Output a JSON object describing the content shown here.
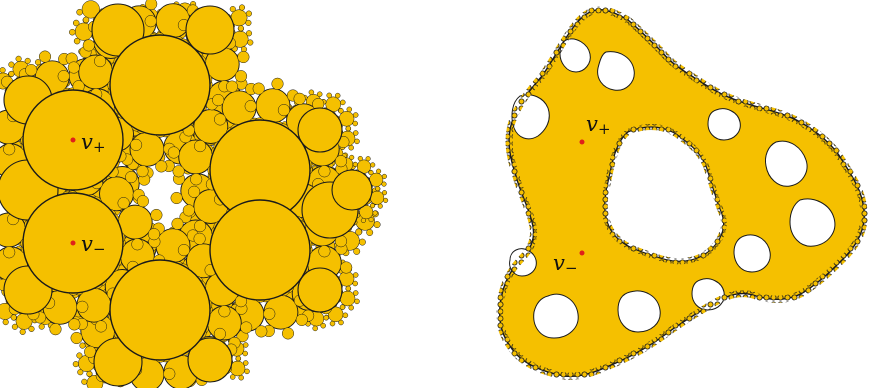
{
  "colors": {
    "fill": "#f5c000",
    "edge": "#1a1a1a",
    "point": "#e0201a",
    "background": "#ffffff"
  },
  "left_panel": {
    "labels": [
      {
        "id": "v_plus",
        "base": "v",
        "sub": "+"
      },
      {
        "id": "v_minus",
        "base": "v",
        "sub": "−"
      }
    ]
  },
  "right_panel": {
    "labels": [
      {
        "id": "v_plus",
        "base": "v",
        "sub": "+"
      },
      {
        "id": "v_minus",
        "base": "v",
        "sub": "−"
      }
    ]
  }
}
